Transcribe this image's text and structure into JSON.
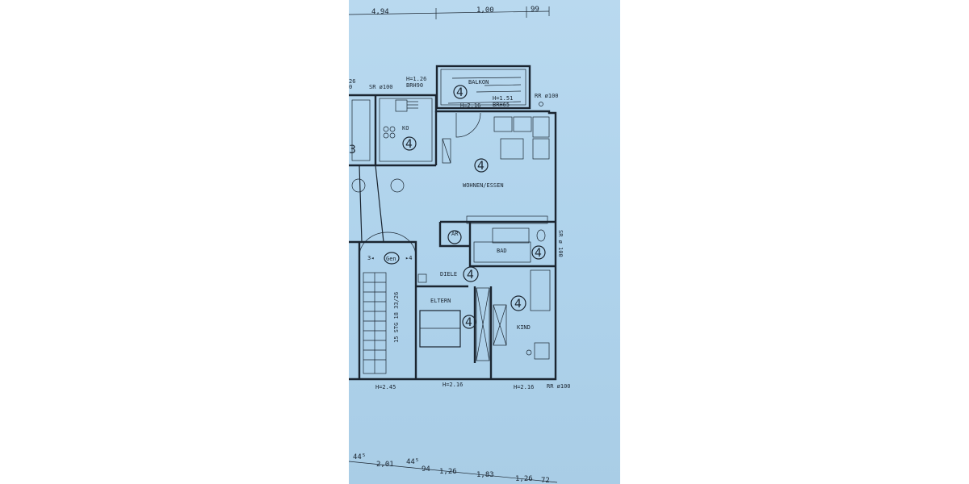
{
  "dimensions_top": [
    "4,94",
    "1,00",
    "99"
  ],
  "dimensions_bottom": [
    "44⁵",
    "2,01",
    "44⁵",
    "94",
    "1,26",
    "1,83",
    "1,26",
    "72"
  ],
  "labels": {
    "balkon": "BALKON",
    "balkon_window": "H=1.51",
    "balkon_window_sill": "BRH65",
    "balkon_door": "H=2.16",
    "kitchen_window": "H=1.26",
    "kitchen_window_sill": "BRH90",
    "sr_left": "SR ø100",
    "rr_top": "RR ø100",
    "sr_right": "SR ø 100",
    "kueche": "KO",
    "wohnen": "WOHNEN/ESSEN",
    "ar": "AR",
    "bad": "BAD",
    "diele": "DIELE",
    "eltern": "ELTERN",
    "kind": "KIND",
    "stairs": "15 STG 18 33/26",
    "landing": "Gen",
    "flat_left": "3◂",
    "flat_right": "▸4",
    "h_stair": "H=2.45",
    "h_eltern": "H=2.16",
    "h_kind": "H=2.16",
    "rr_bottom": "RR ø100",
    "left_cut_top": "26",
    "left_cut_bottom": "0",
    "left_unit": "3"
  },
  "room_number": "4"
}
